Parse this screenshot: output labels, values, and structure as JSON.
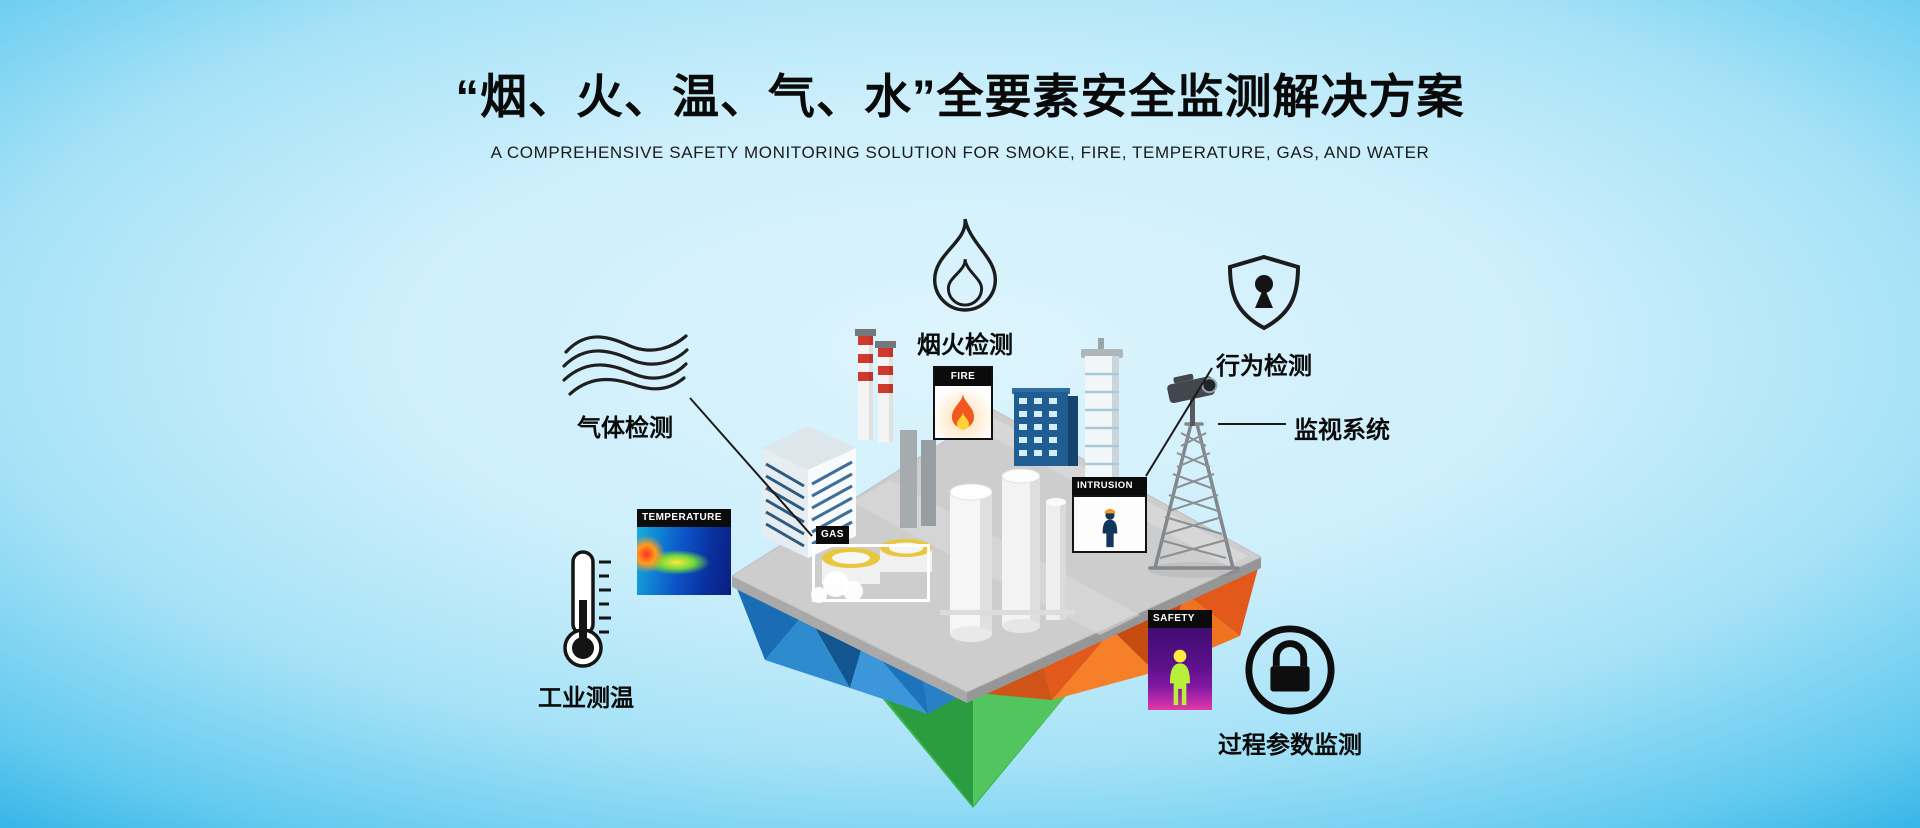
{
  "header": {
    "title": "“烟、火、温、气、水”全要素安全监测解决方案",
    "subtitle": "A COMPREHENSIVE SAFETY MONITORING SOLUTION FOR SMOKE, FIRE, TEMPERATURE, GAS, AND WATER"
  },
  "annotations": {
    "gas_detection": "气体检测",
    "smoke_fire_detection": "烟火检测",
    "behavior_detection": "行为检测",
    "surveillance_system": "监视系统",
    "industrial_temperature": "工业测温",
    "process_parameter_monitoring": "过程参数监测"
  },
  "scene_labels": {
    "fire": "FIRE",
    "temperature": "TEMPERATURE",
    "gas": "GAS",
    "intrusion": "INTRUSION",
    "safety": "SAFETY"
  },
  "colors": {
    "sky_top": "#2cb0e5",
    "sky_light": "#ddf4fd",
    "underside_orange": "#f0731f",
    "underside_blue": "#1e78c0",
    "underside_green": "#3ab54a",
    "platform_gray": "#cdcdcd",
    "label_bar_black": "#0b0b0b"
  }
}
